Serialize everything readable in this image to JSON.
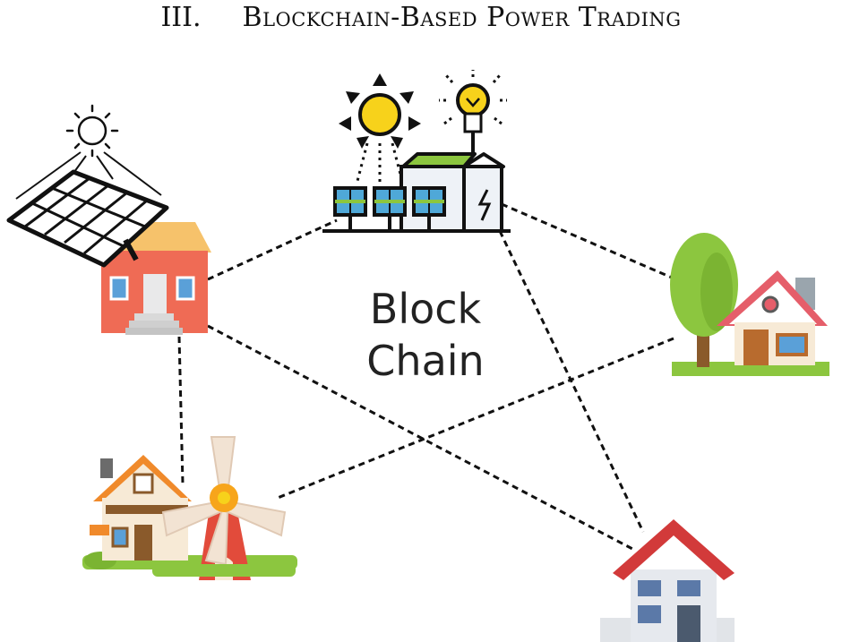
{
  "section": {
    "number": "III.",
    "title": "Blockchain-Based Power Trading"
  },
  "diagram": {
    "center_label_line1": "Block",
    "center_label_line2": "Chain",
    "nodes": [
      {
        "id": "solar-panel-house",
        "icon": "solar-panel-house-icon"
      },
      {
        "id": "solar-power-plant",
        "icon": "solar-power-plant-icon"
      },
      {
        "id": "tree-house",
        "icon": "house-with-tree-icon"
      },
      {
        "id": "windmill-house",
        "icon": "windmill-house-icon"
      },
      {
        "id": "consumer-house",
        "icon": "consumer-house-icon"
      }
    ],
    "links": [
      [
        "solar-panel-house",
        "solar-power-plant"
      ],
      [
        "solar-panel-house",
        "windmill-house"
      ],
      [
        "solar-panel-house",
        "consumer-house"
      ],
      [
        "solar-power-plant",
        "tree-house"
      ],
      [
        "solar-power-plant",
        "consumer-house"
      ],
      [
        "tree-house",
        "windmill-house"
      ]
    ],
    "colors": {
      "link": "#111111",
      "brick": "#ef6b55",
      "roof_red": "#d23a3a",
      "sun": "#f7d21b",
      "tree_green": "#8cc63f",
      "window_blue": "#5aa0d8"
    }
  }
}
